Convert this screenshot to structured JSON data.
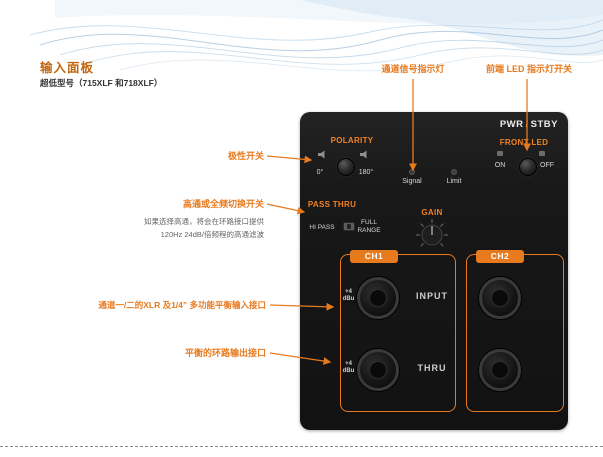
{
  "colors": {
    "accent": "#E87A1E",
    "title_text": "#C2660F",
    "panel_bg": "#161616",
    "wave_blue": "#A9C9E2",
    "note_text": "#666666"
  },
  "header": {
    "title": "输入面板",
    "subtitle": "超低型号（715XLF 和718XLF）"
  },
  "panel": {
    "power": {
      "pwr": "PWR",
      "slash": "/",
      "stby": "STBY"
    },
    "polarity": {
      "label": "POLARITY",
      "deg0": "0°",
      "deg180": "180°"
    },
    "front_led": {
      "label": "FRONT LED",
      "on": "ON",
      "off": "OFF"
    },
    "meters": {
      "signal": "Signal",
      "limit": "Limit"
    },
    "pass_thru": {
      "label": "PASS THRU",
      "hi_pass": "HI PASS",
      "full": "FULL",
      "range": "RANGE"
    },
    "gain": {
      "label": "GAIN"
    },
    "channels": {
      "ch1": "CH1",
      "ch2": "CH2"
    },
    "jacks": {
      "input": "INPUT",
      "thru": "THRU",
      "dbu_value": "+4",
      "dbu_unit": "dBu"
    }
  },
  "annotations": {
    "signal_indicator": "通道信号指示灯",
    "front_led_switch": "前端 LED 指示灯开关",
    "polarity_switch": "极性开关",
    "hipass_switch": "高通或全频切换开关",
    "hipass_note_1": "如果选择高通，将会在环路接口提供",
    "hipass_note_2": "120Hz 24dB/倍频程的高通滤波",
    "input_connector": "通道一/二的XLR 及1/4” 多功能平衡输入接口",
    "thru_connector": "平衡的环路输出接口"
  },
  "icons": {
    "speaker": "speaker-icon",
    "led": "led-icon",
    "switch": "switch-icon"
  }
}
